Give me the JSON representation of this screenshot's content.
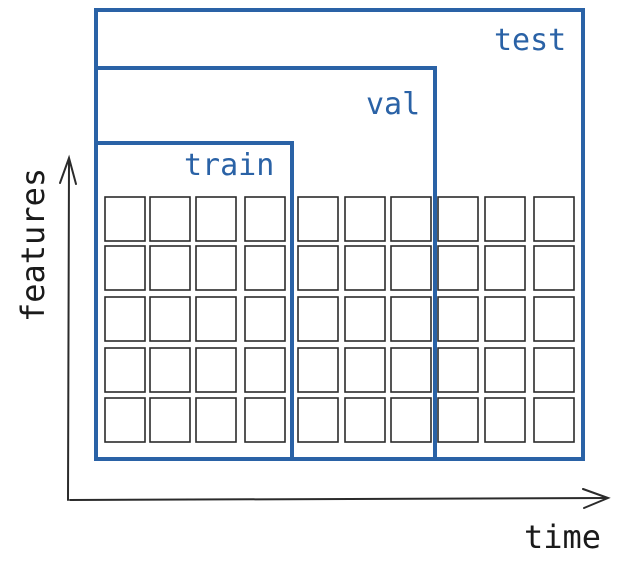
{
  "colors": {
    "split": "#2a62a6",
    "cell": "#2b2b2b",
    "axis": "#2b2b2b",
    "background": "#ffffff"
  },
  "splits": {
    "train": "train",
    "val": "val",
    "test": "test"
  },
  "axes": {
    "x_label": "time",
    "y_label": "features"
  },
  "grid": {
    "rows": 5,
    "columns": 10
  }
}
